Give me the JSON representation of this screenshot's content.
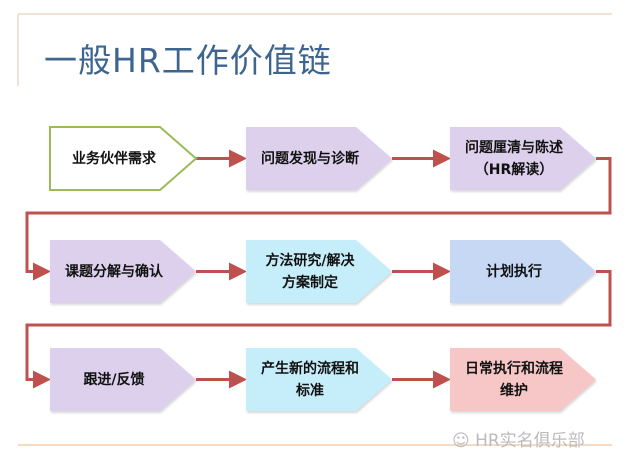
{
  "title": "一般HR工作价值链",
  "steps": [
    {
      "text": "业务伙伴需求",
      "fill": "#ffffff",
      "stroke": "#9bbb59"
    },
    {
      "text": "问题发现与诊断",
      "fill": "#ddd0ec",
      "stroke": "none"
    },
    {
      "text": "问题厘清与陈述\n（HR解读）",
      "fill": "#ddd0ec",
      "stroke": "none"
    },
    {
      "text": "课题分解与确认",
      "fill": "#ddd0ec",
      "stroke": "none"
    },
    {
      "text": "方法研究/解决\n方案制定",
      "fill": "#c6eefa",
      "stroke": "none"
    },
    {
      "text": "计划执行",
      "fill": "#c7d8f5",
      "stroke": "none"
    },
    {
      "text": "跟进/反馈",
      "fill": "#ddd0ec",
      "stroke": "none"
    },
    {
      "text": "产生新的流程和\n标准",
      "fill": "#c6eefa",
      "stroke": "none"
    },
    {
      "text": "日常执行和流程\n维护",
      "fill": "#f7c6c6",
      "stroke": "none"
    }
  ],
  "arrow_color": "#c0504d",
  "watermark": "HR实名俱乐部"
}
